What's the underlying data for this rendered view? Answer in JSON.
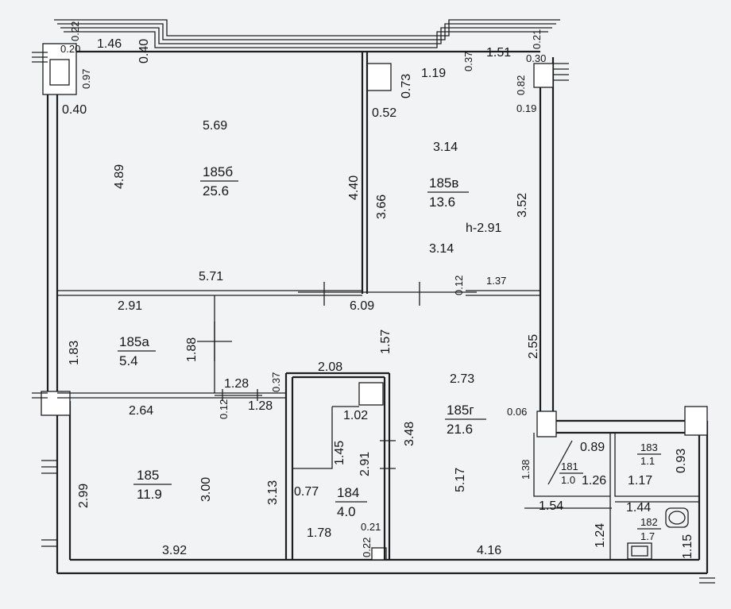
{
  "rooms": {
    "r185b": {
      "number": "185б",
      "area": "25.6"
    },
    "r185v": {
      "number": "185в",
      "area": "13.6"
    },
    "r185a": {
      "number": "185а",
      "area": "5.4"
    },
    "r185": {
      "number": "185",
      "area": "11.9"
    },
    "r184": {
      "number": "184",
      "area": "4.0"
    },
    "r185g": {
      "number": "185г",
      "area": "21.6"
    },
    "r181": {
      "number": "181",
      "area": "1.0"
    },
    "r183": {
      "number": "183",
      "area": "1.1"
    },
    "r182": {
      "number": "182",
      "area": "1.7"
    }
  },
  "ceiling_height": "h-2.91",
  "dims": {
    "d1": "0.22",
    "d2": "0.20",
    "d3": "1.46",
    "d4": "0.40",
    "d5": "0.97",
    "d6": "0.40",
    "d7": "0.73",
    "d8": "1.19",
    "d9": "0.37",
    "d10": "1.51",
    "d11": "0.21",
    "d12": "0.30",
    "d13": "0.82",
    "d14": "0.19",
    "d15": "0.52",
    "d16": "5.69",
    "d17": "4.89",
    "d18": "4.40",
    "d19": "3.66",
    "d20": "3.14",
    "d21": "3.52",
    "d22": "3.14",
    "d23": "5.71",
    "d24": "0.12",
    "d25": "1.37",
    "d26": "2.91",
    "d27": "6.09",
    "d28": "1.57",
    "d29": "1.83",
    "d30": "1.88",
    "d31": "2.55",
    "d32": "0.37",
    "d33": "2.08",
    "d34": "1.28",
    "d35": "1.28",
    "d36": "0.12",
    "d37": "2.73",
    "d38": "2.64",
    "d39": "1.02",
    "d40": "3.48",
    "d41": "0.06",
    "d42": "1.45",
    "d43": "2.91",
    "d44": "5.17",
    "d45": "0.89",
    "d46": "0.93",
    "d47": "2.99",
    "d48": "3.00",
    "d49": "3.13",
    "d50": "1.38",
    "d51": "1.26",
    "d52": "1.17",
    "d53": "0.77",
    "d54": "1.54",
    "d55": "1.44",
    "d56": "1.24",
    "d57": "1.78",
    "d58": "0.21",
    "d59": "0.22",
    "d60": "1.15",
    "d61": "3.92",
    "d62": "4.16"
  }
}
